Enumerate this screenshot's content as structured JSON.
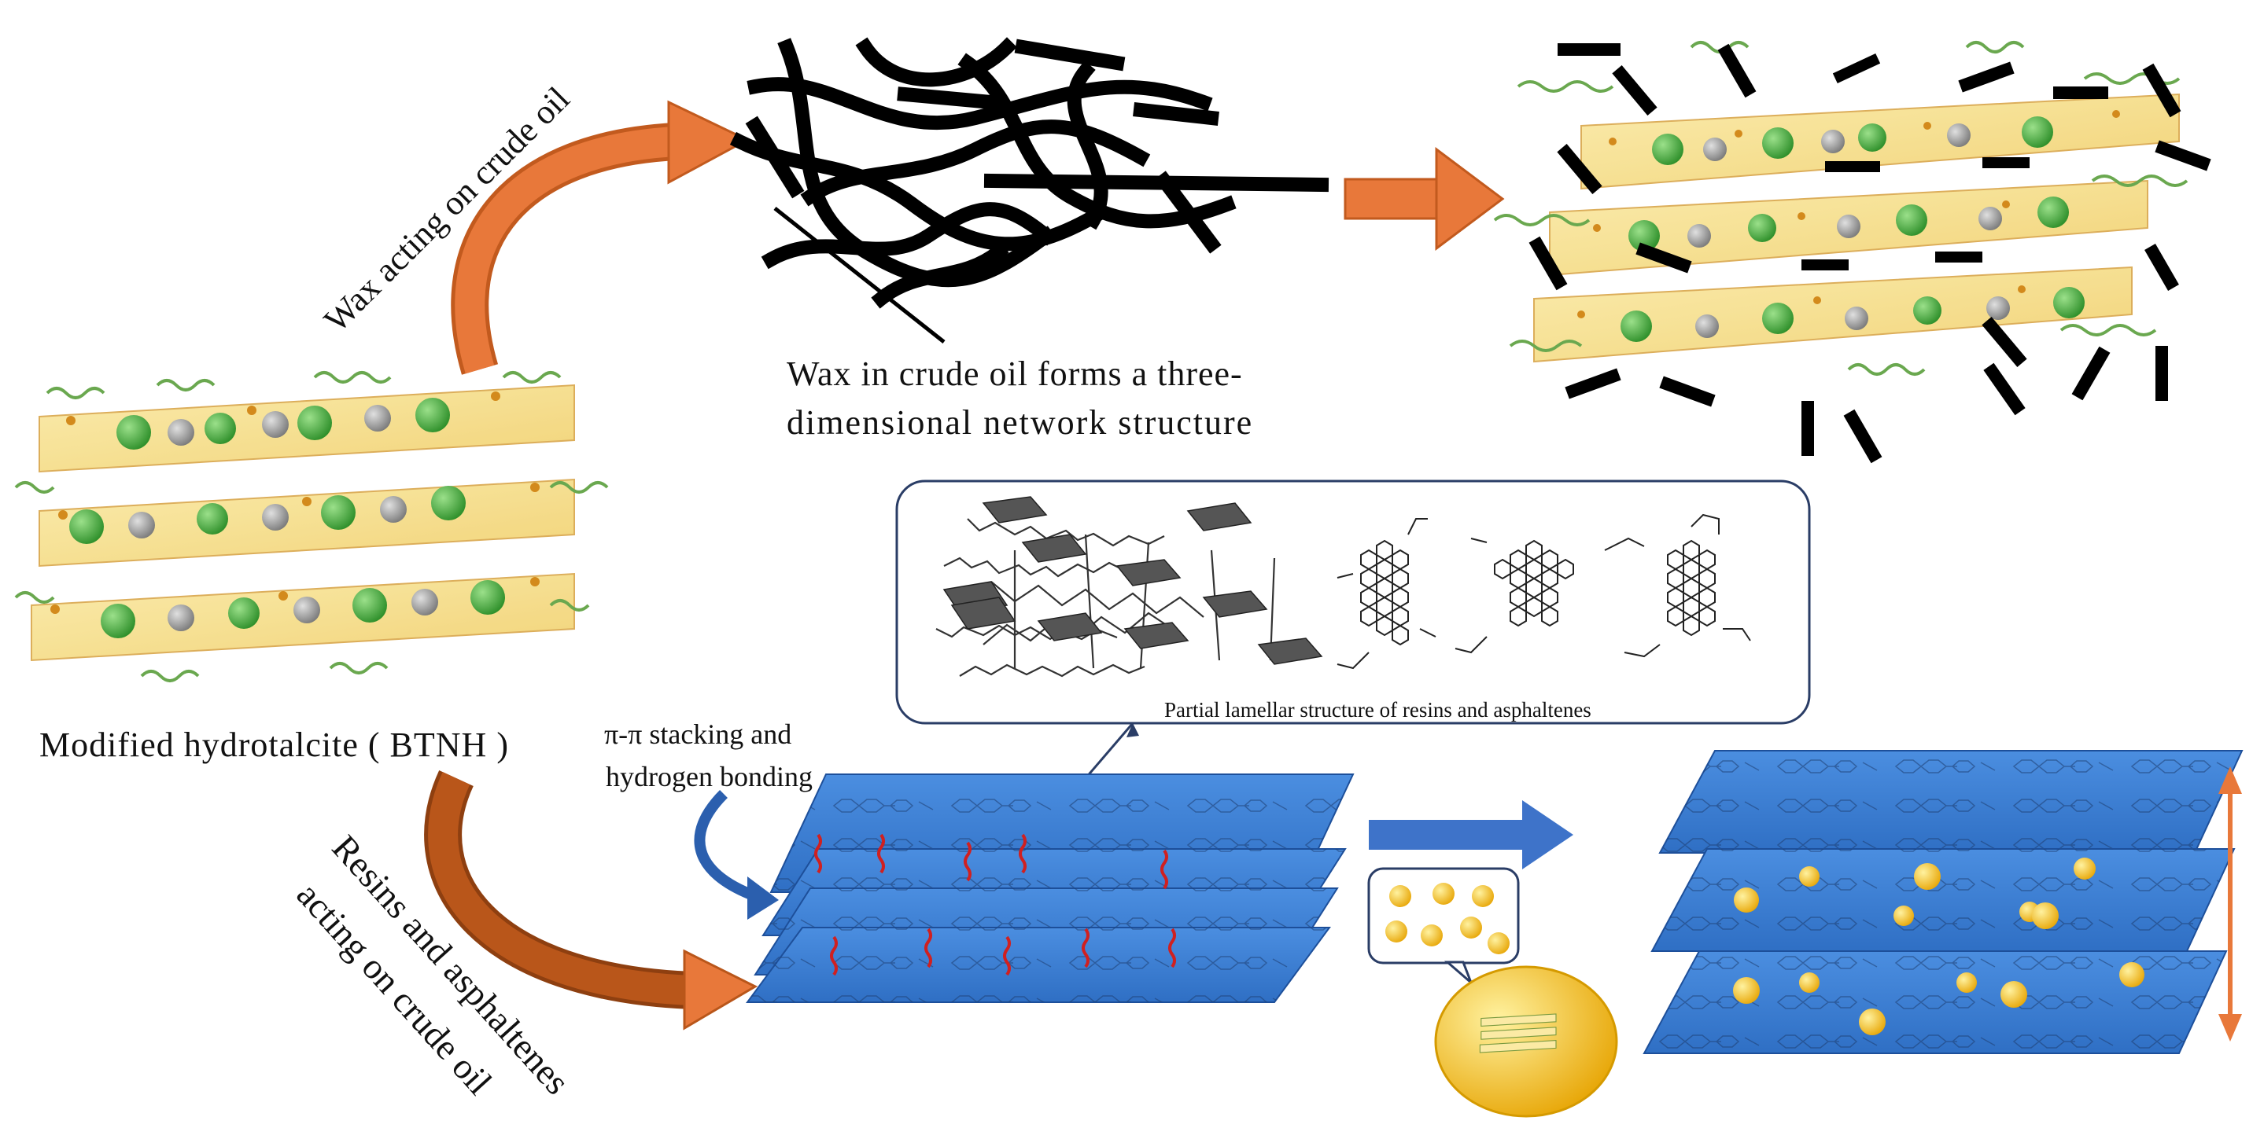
{
  "labels": {
    "wax_arrow": "Wax acting on crude oil",
    "wax_caption_1": "Wax in crude oil forms a three-",
    "wax_caption_2": "dimensional network structure",
    "bnth_caption": "Modified hydrotalcite ( BTNH )",
    "pi_stacking_1": "π-π stacking and",
    "pi_stacking_2": "hydrogen bonding",
    "resins_arrow_1": "Resins and asphaltenes",
    "resins_arrow_2": "acting on crude oil",
    "lamellar_caption": "Partial lamellar structure of resins and asphaltenes"
  },
  "colors": {
    "orange_arrow": "#e8783a",
    "brown_arrow": "#b9561a",
    "blue_arrow": "#3e73c9",
    "sheet_blue": "#3f7fd6",
    "sheet_blue_dark": "#2b5fae",
    "wax_black": "#000000",
    "gold_particle": "#f5c21b",
    "green_sphere": "#3fae3a",
    "grey_sphere": "#9a9a9a",
    "hydrotalcite_yellow": "#f7e08a",
    "chain_green": "#6aa84f",
    "hbond_red": "#d02020"
  },
  "icons": {
    "wax_network": "wax-network-icon",
    "hydrotalcite_stack": "hydrotalcite-stack-icon",
    "asphaltene_molecule": "asphaltene-molecule-icon",
    "nanoparticle_bubble": "nanoparticle-bubble-icon"
  }
}
